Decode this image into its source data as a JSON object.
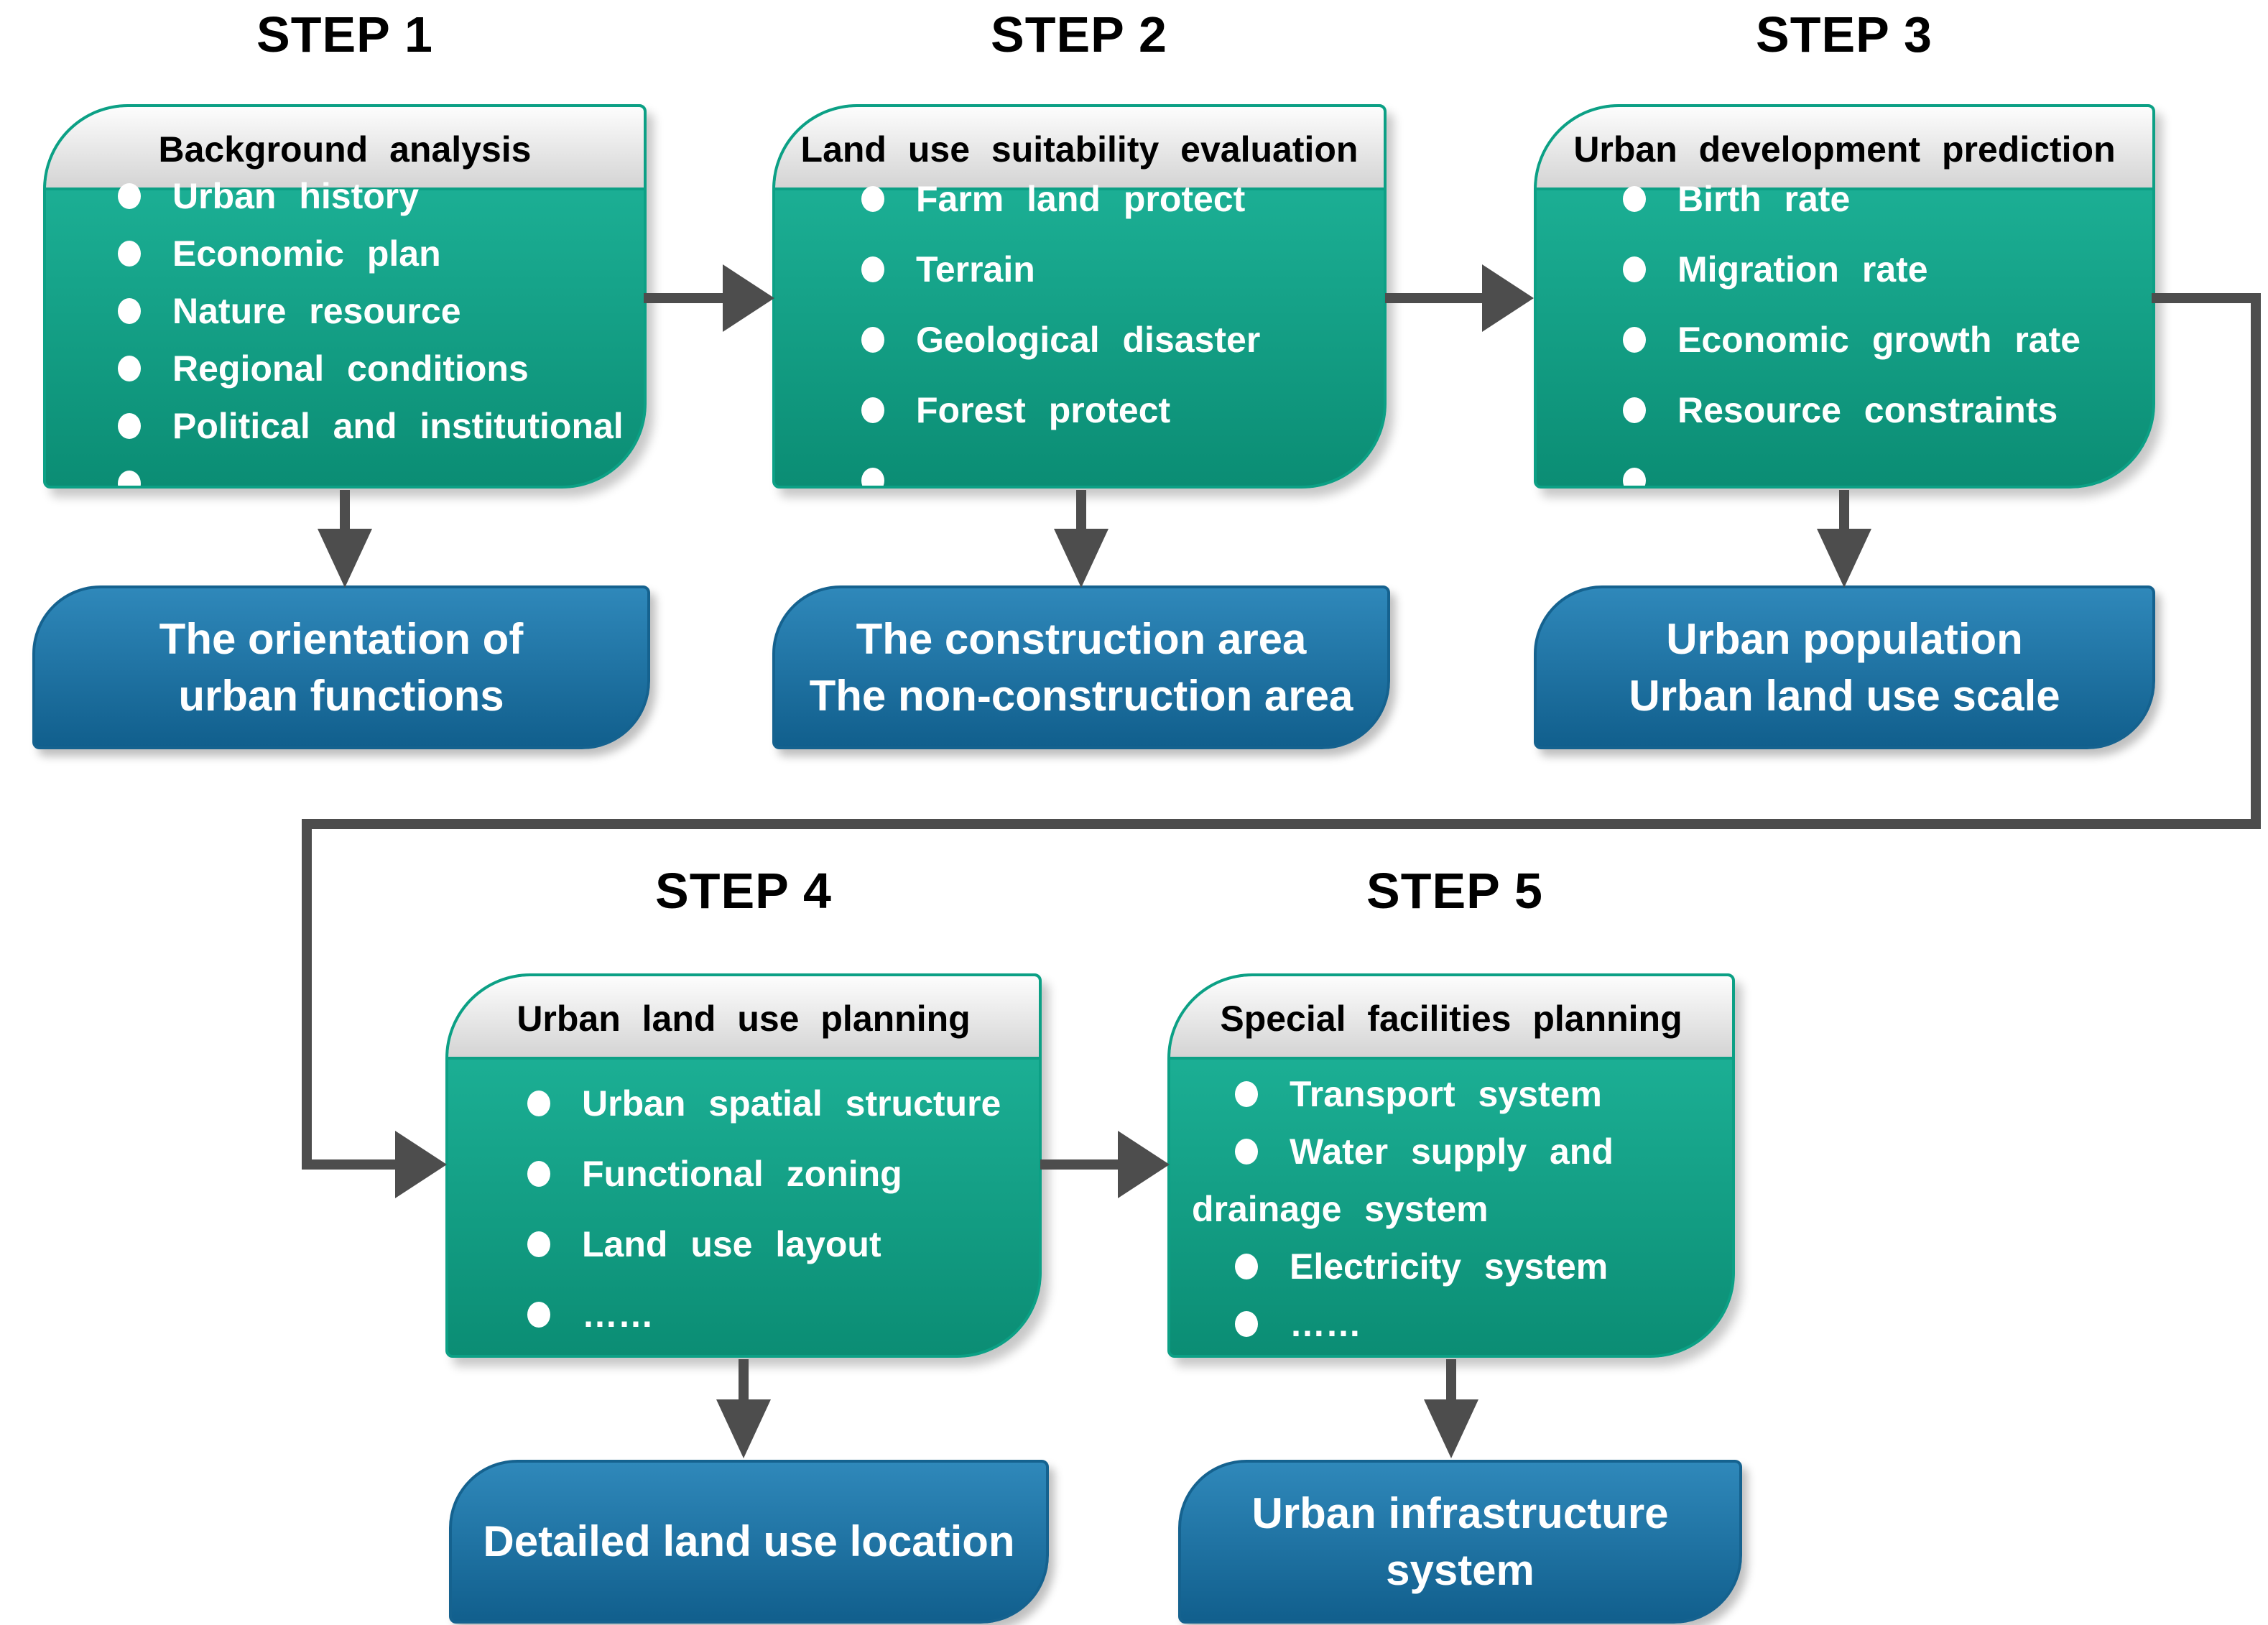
{
  "colors": {
    "teal_border": "#0ca085",
    "teal_top": "#20b89d",
    "teal_bottom": "#0b8d74",
    "header_top": "#fdfdfd",
    "header_bottom": "#d4d4d4",
    "blue_top": "#2f88ba",
    "blue_bottom": "#115f8d",
    "blue_border": "#15628f",
    "arrow": "#4d4d4d"
  },
  "steps": [
    {
      "label": "STEP 1",
      "card": {
        "title": "Background analysis",
        "items": [
          "Urban history",
          "Economic plan",
          "Nature resource",
          "Regional conditions",
          "Political and institutional",
          "……"
        ]
      },
      "result": {
        "lines": [
          "The orientation of",
          "urban functions"
        ]
      }
    },
    {
      "label": "STEP 2",
      "card": {
        "title": "Land use suitability evaluation",
        "items": [
          "Farm land protect",
          "Terrain",
          "Geological disaster",
          "Forest protect",
          "……"
        ]
      },
      "result": {
        "lines": [
          "The construction area",
          "The non-construction area"
        ]
      }
    },
    {
      "label": "STEP 3",
      "card": {
        "title": "Urban development prediction",
        "items": [
          "Birth rate",
          "Migration rate",
          "Economic growth rate",
          "Resource constraints",
          "……"
        ]
      },
      "result": {
        "lines": [
          "Urban population",
          "Urban land use scale"
        ]
      }
    },
    {
      "label": "STEP 4",
      "card": {
        "title": "Urban land use planning",
        "items": [
          "Urban spatial structure",
          "Functional zoning",
          "Land use layout",
          "……"
        ]
      },
      "result": {
        "lines": [
          "Detailed land use location"
        ]
      }
    },
    {
      "label": "STEP 5",
      "card": {
        "title": "Special facilities planning",
        "items": [
          "Transport system",
          "Water supply and",
          "drainage system",
          "Electricity system",
          "……"
        ]
      },
      "result": {
        "lines": [
          "Urban infrastructure",
          "system"
        ]
      }
    }
  ]
}
